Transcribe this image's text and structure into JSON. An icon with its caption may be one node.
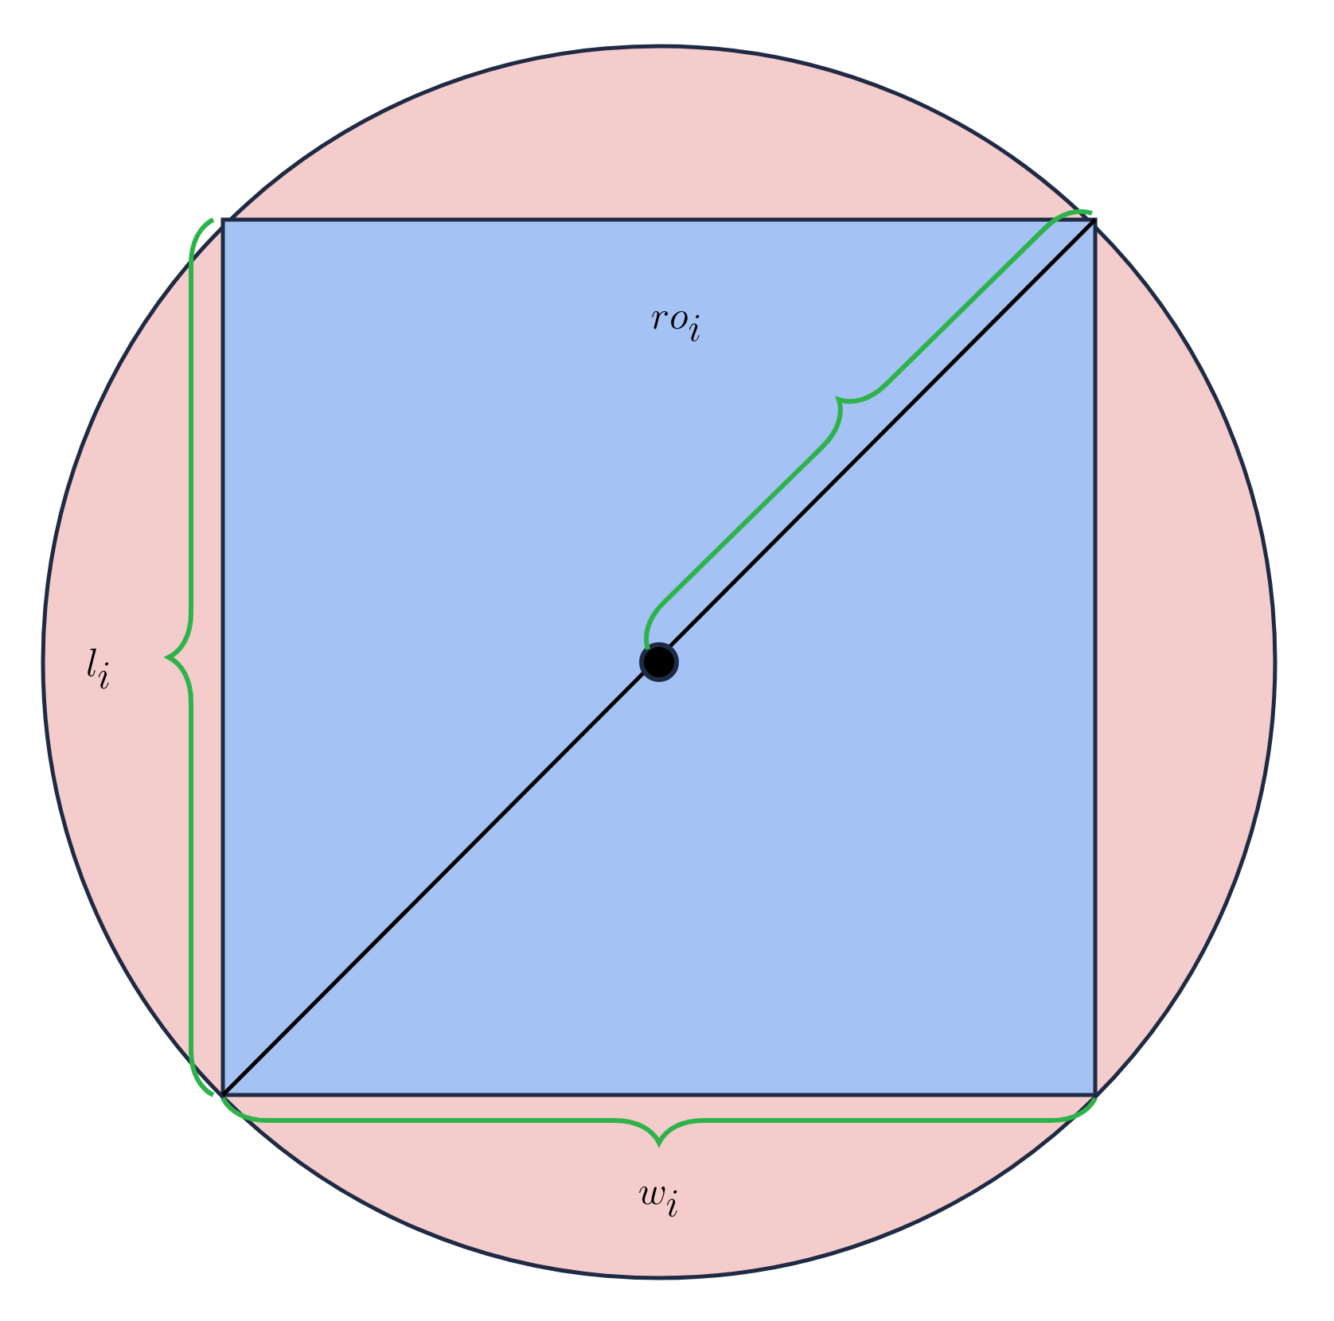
{
  "diagram": {
    "labels": [
      "ro_i",
      "l_i",
      "w_i"
    ]
  }
}
